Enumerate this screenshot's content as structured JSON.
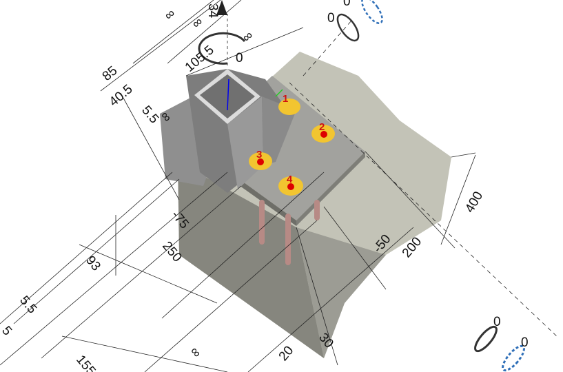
{
  "colors": {
    "concrete": "#c3c3b7",
    "concrete_side": "#8a8a82",
    "base_plate": "#9a9a96",
    "column": "#8c8c8c",
    "washer": "#f2c530",
    "anchor_rod": "#b78a85",
    "gizmo_blue": "#2f6fb8"
  },
  "dimensions": {
    "top_inf_1": "∞",
    "top_inf_2": "∞",
    "top_inf_3": "∞",
    "rot_top": "34",
    "d105": "105.5",
    "zero_top": "0",
    "d85": "85",
    "d40": "40.5",
    "d55a": "5.5",
    "inf_left": "∞",
    "dm75": "-75",
    "d250": "250",
    "d93": "93",
    "d55b": "5.5",
    "d5": "5",
    "d155": "155",
    "inf_bottom": "∞",
    "d20": "20",
    "d30": "30",
    "dm50": "-50",
    "d200": "200",
    "d400": "400",
    "rot_tr": "0",
    "rot_tr2": "0",
    "rot_br": "0",
    "rot_br2": "0"
  },
  "bolts": [
    "1",
    "2",
    "3",
    "4"
  ]
}
